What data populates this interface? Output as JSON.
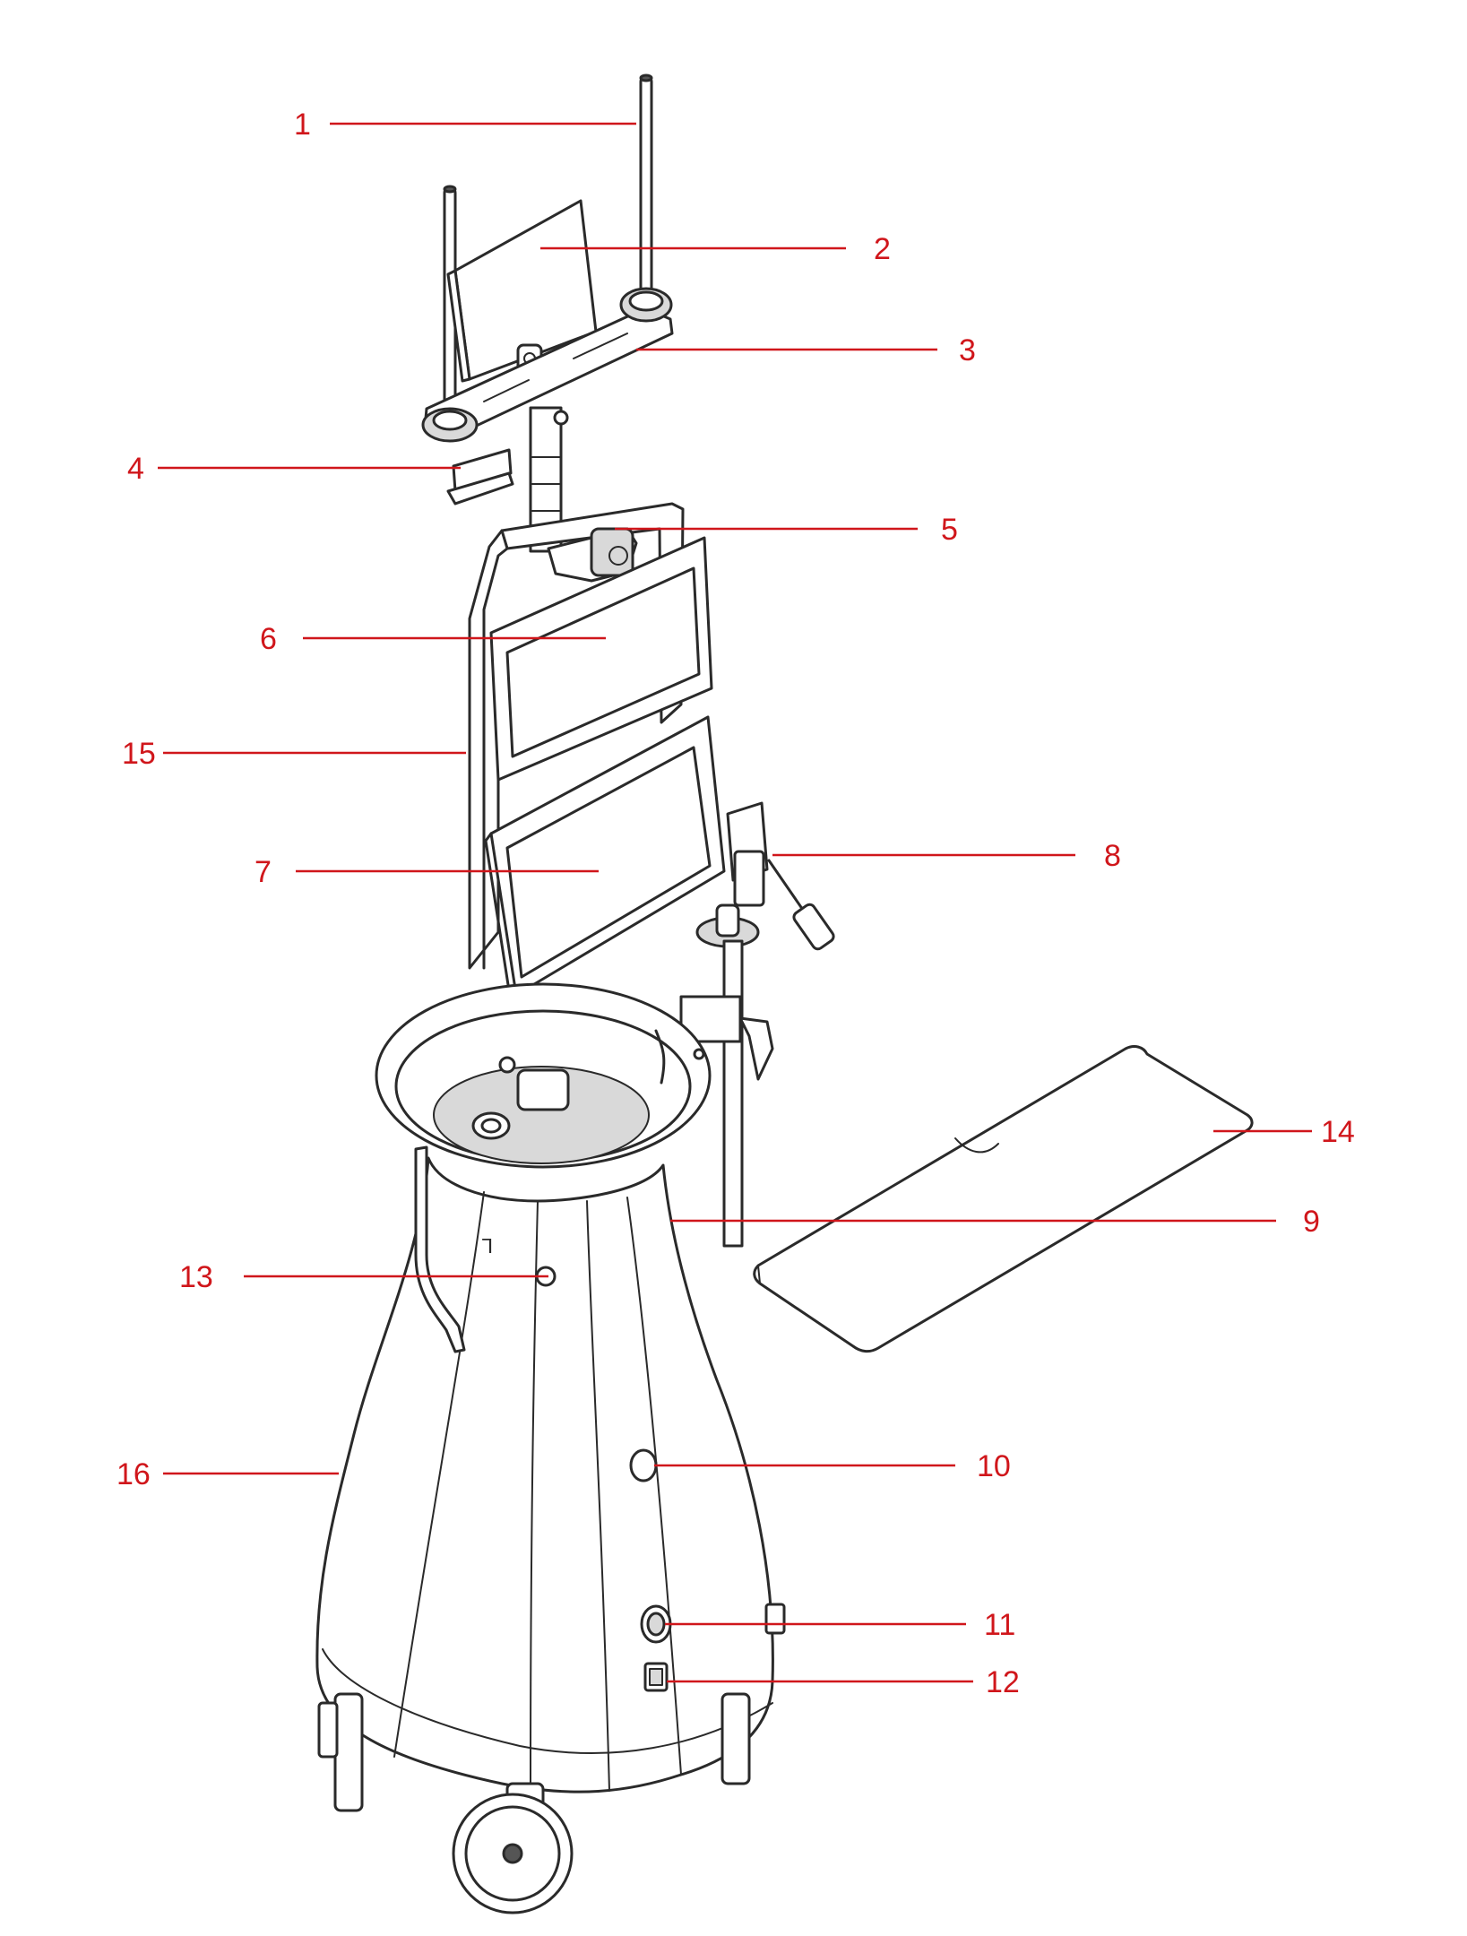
{
  "figure": {
    "colors": {
      "callout": "#d0161b",
      "line": "#2a2a2a",
      "background": "#ffffff"
    },
    "callouts": [
      {
        "id": "1",
        "label": "1"
      },
      {
        "id": "2",
        "label": "2"
      },
      {
        "id": "3",
        "label": "3"
      },
      {
        "id": "4",
        "label": "4"
      },
      {
        "id": "5",
        "label": "5"
      },
      {
        "id": "6",
        "label": "6"
      },
      {
        "id": "7",
        "label": "7"
      },
      {
        "id": "8",
        "label": "8"
      },
      {
        "id": "9",
        "label": "9"
      },
      {
        "id": "10",
        "label": "10"
      },
      {
        "id": "11",
        "label": "11"
      },
      {
        "id": "12",
        "label": "12"
      },
      {
        "id": "13",
        "label": "13"
      },
      {
        "id": "14",
        "label": "14"
      },
      {
        "id": "15",
        "label": "15"
      },
      {
        "id": "16",
        "label": "16"
      }
    ]
  }
}
